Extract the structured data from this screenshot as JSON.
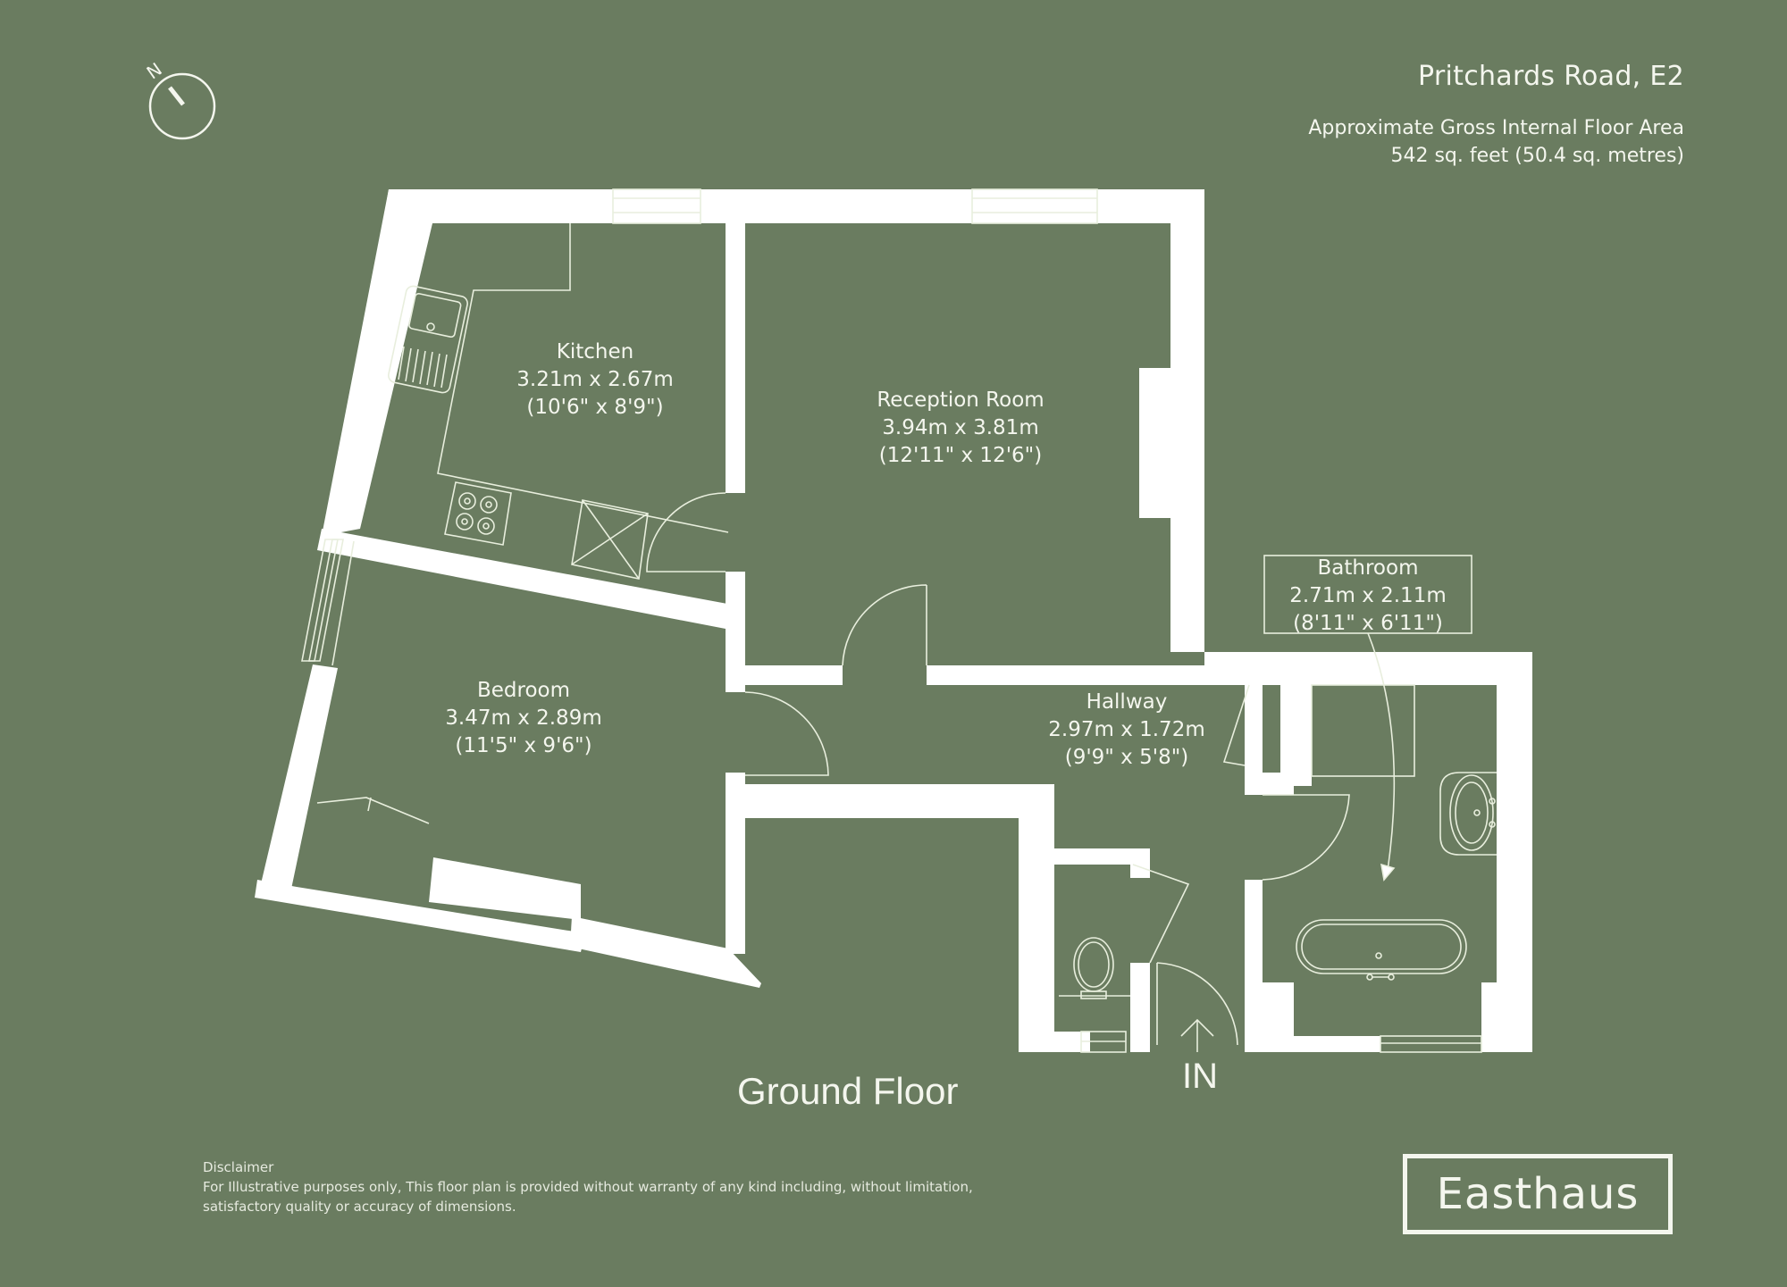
{
  "header": {
    "title": "Pritchards Road, E2",
    "area_label": "Approximate Gross Internal Floor Area",
    "area_value": "542 sq. feet (50.4 sq. metres)"
  },
  "compass": {
    "icon": "north-compass-icon",
    "label": "N"
  },
  "rooms": [
    {
      "name": "Kitchen",
      "metric": "3.21m x 2.67m",
      "imperial": "(10'6\" x 8'9\")"
    },
    {
      "name": "Reception Room",
      "metric": "3.94m x 3.81m",
      "imperial": "(12'11\" x 12'6\")"
    },
    {
      "name": "Bathroom",
      "metric": "2.71m x 2.11m",
      "imperial": "(8'11\" x 6'11\")"
    },
    {
      "name": "Bedroom",
      "metric": "3.47m x 2.89m",
      "imperial": "(11'5\" x 9'6\")"
    },
    {
      "name": "Hallway",
      "metric": "2.97m x 1.72m",
      "imperial": "(9'9\" x 5'8\")"
    }
  ],
  "plan": {
    "floor_label": "Ground Floor",
    "entrance_label": "IN",
    "colors": {
      "background": "#6a7c60",
      "walls": "#ffffff",
      "lines": "#e8eedd"
    }
  },
  "disclaimer": {
    "heading": "Disclaimer",
    "line1": "For Illustrative purposes only, This floor plan is provided without warranty of any kind including, without limitation,",
    "line2": "satisfactory quality or accuracy of dimensions."
  },
  "brand": {
    "logo_text": "Easthaus"
  }
}
